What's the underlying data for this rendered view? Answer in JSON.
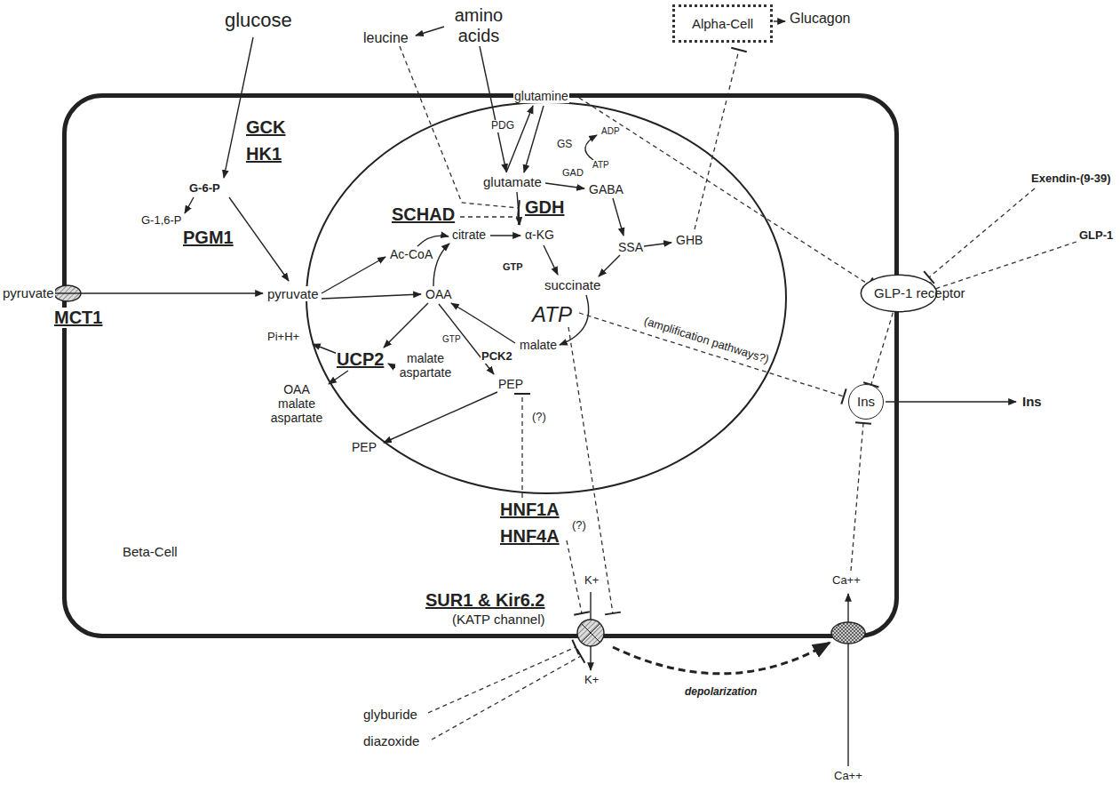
{
  "diagram": {
    "nodes": [
      {
        "text": [
          "Alpha-Cell"
        ]
      },
      {
        "text": [
          "Beta-Cell"
        ]
      },
      {
        "text": [
          "GLP-1 receptor"
        ],
        "in": 1
      },
      {
        "text": [
          "Ins"
        ],
        "in": 1
      }
    ],
    "edges": [
      {
        "from": 2,
        "to": 3,
        "arrow": "to"
      }
    ],
    "labels": [
      "glucose",
      "amino acids",
      "leucine",
      "Glucagon",
      "Exendin-(9-39)",
      "GLP-1",
      "pyruvate",
      "MCT1",
      "GCK",
      "HK1",
      "G-6-P",
      "G-1,6-P",
      "PGM1",
      "pyruvate",
      "Ac-CoA",
      "citrate",
      "OAA",
      "glutamine",
      "PDG",
      "GS",
      "ADP",
      "ATP",
      "glutamate",
      "GAD",
      "GABA",
      "SCHAD",
      "GDH",
      "α-KG",
      "GTP",
      "SSA",
      "GHB",
      "succinate",
      "ATP",
      "malate",
      "Pi+H+",
      "UCP2",
      "malate aspartate",
      "GTP",
      "PCK2",
      "PEP",
      "OAA malate aspartate",
      "PEP",
      "(?)",
      "HNF1A",
      "HNF4A",
      "(?)",
      "(amplification pathways?)",
      "SUR1 & Kir6.2",
      "(KATP channel)",
      "K+",
      "K+",
      "Ca++",
      "Ca++",
      "depolarization",
      "glyburide",
      "diazoxide",
      "Ins"
    ]
  }
}
